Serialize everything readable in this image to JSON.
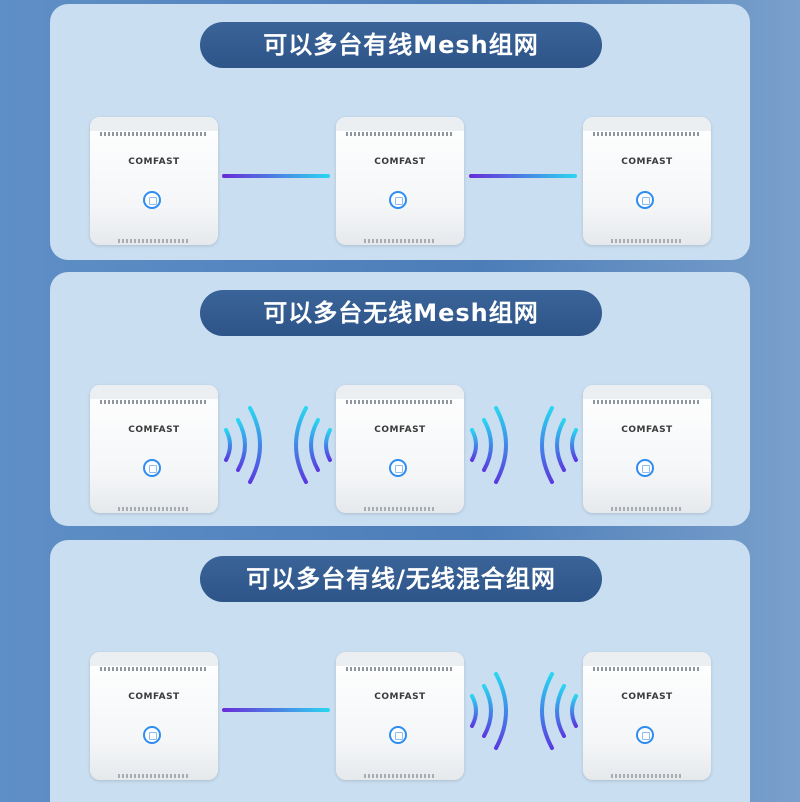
{
  "sections": [
    {
      "title": "可以多台有线Mesh组网"
    },
    {
      "title": "可以多台无线Mesh组网"
    },
    {
      "title": "可以多台有线/无线混合组网"
    }
  ],
  "router": {
    "brand": "COMFAST"
  },
  "colors": {
    "panel": "#c9def1",
    "pill": "#2e5488",
    "wire_start": "#6a2bd8",
    "wire_end": "#2ad6f0",
    "button": "#2f8df0"
  }
}
